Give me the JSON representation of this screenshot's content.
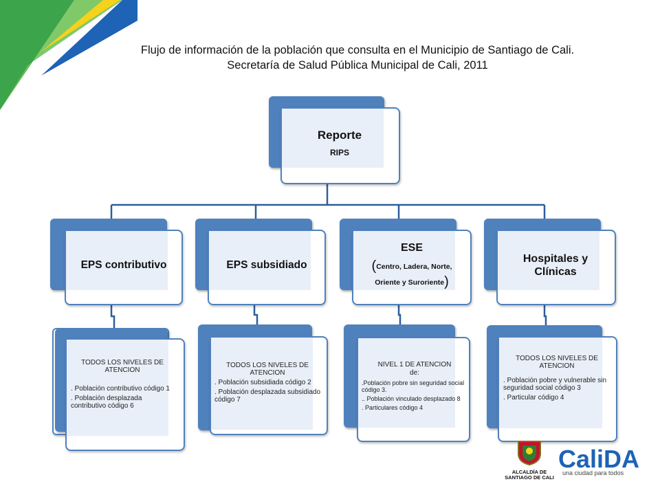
{
  "title": {
    "line1": "Flujo de información de la población que consulta en el Municipio de Santiago de Cali.",
    "line2": "Secretaría de Salud Pública Municipal de Cali, 2011"
  },
  "root": {
    "label": "Reporte",
    "sublabel": "RIPS"
  },
  "branches": [
    {
      "label": "EPS contributivo",
      "detail_heading": "TODOS LOS NIVELES DE ATENCION",
      "detail_lines": [
        ". Población  contributivo código 1",
        ". Población desplazada contributivo código 6"
      ]
    },
    {
      "label": "EPS subsidiado",
      "detail_heading": "TODOS LOS NIVELES DE ATENCION",
      "detail_lines": [
        ". Población subsidiada código 2",
        ". Población desplazada subsidiado código 7"
      ]
    },
    {
      "label": "ESE",
      "label_sub": "Centro, Ladera, Norte, Oriente y Suroriente",
      "detail_heading": "NIVEL 1  DE ATENCION",
      "detail_heading2": "de:",
      "detail_lines": [
        ".Población pobre sin seguridad social código 3.",
        ".. Población vinculado desplazado 8",
        ". Particulares código 4"
      ]
    },
    {
      "label": "Hospitales y Clínicas",
      "detail_heading": "TODOS LOS NIVELES DE ATENCION",
      "detail_lines": [
        ". Población pobre  y vulnerable sin seguridad social código 3",
        ". Particular código 4"
      ]
    }
  ],
  "logos": {
    "alcaldia_line1": "ALCALDÍA DE",
    "alcaldia_line2": "SANTIAGO DE CALI",
    "calida_wordmark": "CaliDA",
    "calida_tagline": "una ciudad para todos"
  },
  "colors": {
    "accent": "#4f81bd",
    "pale": "#dce6f2",
    "connector": "#2e5e9a",
    "corner_green": "#3ca44a",
    "corner_blue": "#1e63b5",
    "corner_yellow": "#f6d21c"
  }
}
